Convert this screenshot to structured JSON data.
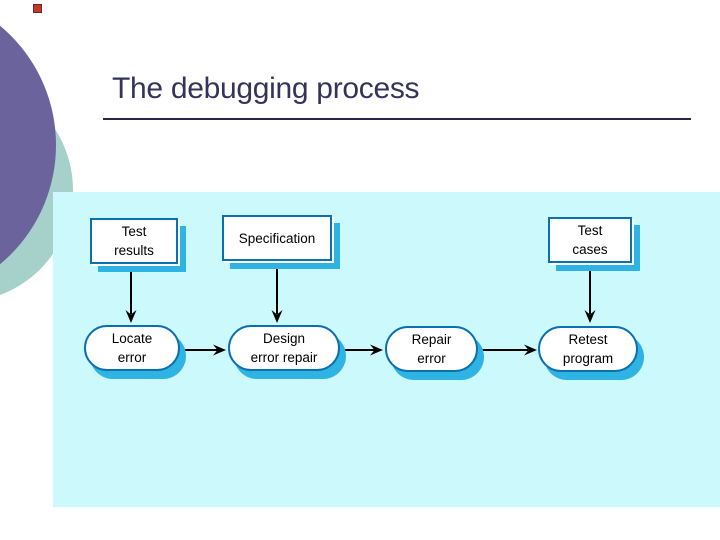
{
  "slide": {
    "title": "The debugging process"
  },
  "colors": {
    "title_text": "#35335c",
    "title_underline": "#27264a",
    "panel_background": "#ccf9fc",
    "shape_border": "#0a70b0",
    "shape_shadow": "#2fb3e3",
    "arrow": "#000000",
    "decor_circle_purple": "#6a639c",
    "decor_circle_teal": "#a6d1cb",
    "bullet_marker": "#c0392b"
  },
  "diagram": {
    "input_boxes": [
      {
        "name": "test-results",
        "lines": [
          "Test",
          "results"
        ]
      },
      {
        "name": "specification",
        "lines": [
          "Specification"
        ]
      },
      {
        "name": "test-cases",
        "lines": [
          "Test",
          "cases"
        ]
      }
    ],
    "process_steps": [
      {
        "name": "locate-error",
        "lines": [
          "Locate",
          "error"
        ]
      },
      {
        "name": "design-error-repair",
        "lines": [
          "Design",
          "error repair"
        ]
      },
      {
        "name": "repair-error",
        "lines": [
          "Repair",
          "error"
        ]
      },
      {
        "name": "retest-program",
        "lines": [
          "Retest",
          "program"
        ]
      }
    ]
  }
}
